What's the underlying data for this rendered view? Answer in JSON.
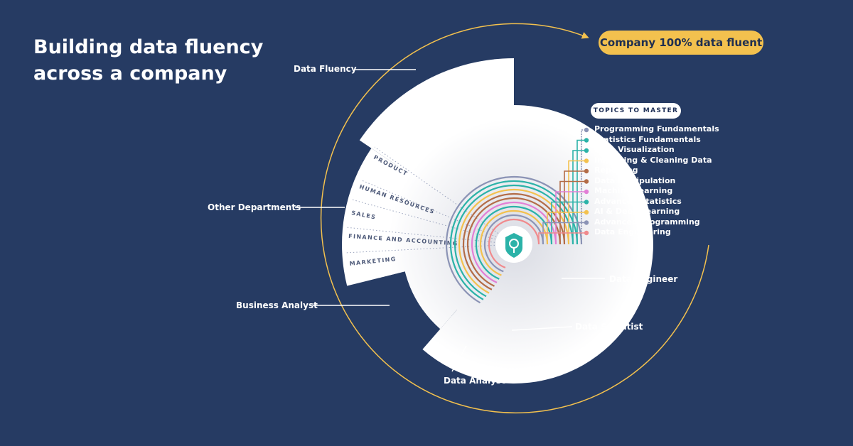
{
  "title_line1": "Building data fluency",
  "title_line2": "across a company",
  "goal_badge": "Company 100% data fluent",
  "topics_header": "TOPICS TO MASTER",
  "roles": {
    "data_fluency": "Data Fluency",
    "other_departments": "Other Departments",
    "business_analyst": "Business Analyst",
    "data_analyst": "Data Analyst",
    "data_scientist": "Data Scientist",
    "data_engineer": "Data Engineer"
  },
  "departments": [
    "PRODUCT",
    "HUMAN RESOURCES",
    "SALES",
    "FINANCE AND ACCOUNTING",
    "MARKETING"
  ],
  "topics": [
    {
      "label": "Programming Fundamentals",
      "color": "#8b93b5"
    },
    {
      "label": "Statistics Fundamentals",
      "color": "#2bb2a8"
    },
    {
      "label": "Data Visualization",
      "color": "#2bb2a8"
    },
    {
      "label": "Importing & Cleaning Data",
      "color": "#f3c14e"
    },
    {
      "label": "Reporting",
      "color": "#b36c47"
    },
    {
      "label": "Data Manipulation",
      "color": "#b36c47"
    },
    {
      "label": "Machine Learning",
      "color": "#e27fd6"
    },
    {
      "label": "Advanced Statistics",
      "color": "#2bb2a8"
    },
    {
      "label": "AI & Deep Learning",
      "color": "#f3c14e"
    },
    {
      "label": "Advanced Programming",
      "color": "#8b93b5"
    },
    {
      "label": "Data Engineering",
      "color": "#f08a8d"
    }
  ],
  "colors": {
    "background": "#263b63",
    "accent": "#f3c14e",
    "logo": "#2bb2a8"
  },
  "icons": {
    "center_logo": "brain-shield-icon",
    "goal_arrow": "arrow-right-icon"
  }
}
